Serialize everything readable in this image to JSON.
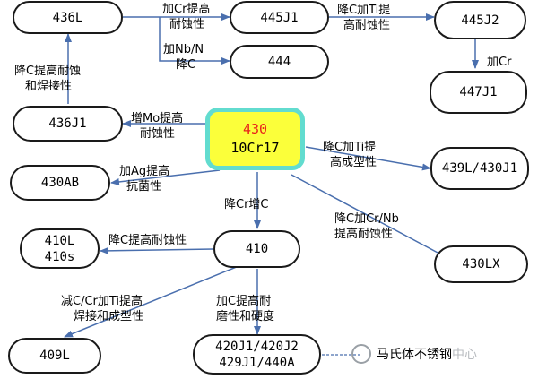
{
  "nodes": {
    "n436L": "436L",
    "n445J1": "445J1",
    "n445J2": "445J2",
    "n444": "444",
    "n447J1": "447J1",
    "n436J1": "436J1",
    "center_top": "430",
    "center_bottom": "10Cr17",
    "n439L": "439L/430J1",
    "n430AB": "430AB",
    "n430LX": "430LX",
    "n410Ls_top": "410L",
    "n410Ls_bottom": "410s",
    "n410": "410",
    "n409L": "409L",
    "n420_top": "420J1/420J2",
    "n420_bottom": "429J1/440A"
  },
  "labels": {
    "add_cr_line1": "加Cr提高",
    "add_cr_line2": "耐蚀性",
    "add_nb_line1": "加Nb/N",
    "add_nb_line2": "降C",
    "c_ti_top_line1": "降C加Ti提",
    "c_ti_top_line2": "高耐蚀性",
    "add_cr_short": "加Cr",
    "weld_line1": "降C提高耐蚀",
    "weld_line2": "和焊接性",
    "mo_line1": "增Mo提高",
    "mo_line2": "耐蚀性",
    "ti_form_line1": "降C加Ti提",
    "ti_form_line2": "高成型性",
    "ag_line1": "加Ag提高",
    "ag_line2": "抗菌性",
    "cr_c": "降Cr增C",
    "crnb_line1": "降C加Cr/Nb",
    "crnb_line2": "提高耐蚀性",
    "c_corr": "降C提高耐蚀性",
    "reduce_line1": "减C/Cr加Ti提高",
    "reduce_line2": "焊接和成型性",
    "hard_line1": "加C提高耐",
    "hard_line2": "磨性和硬度"
  },
  "watermark": {
    "main": "马氏体不锈钢",
    "faint": "中心"
  }
}
